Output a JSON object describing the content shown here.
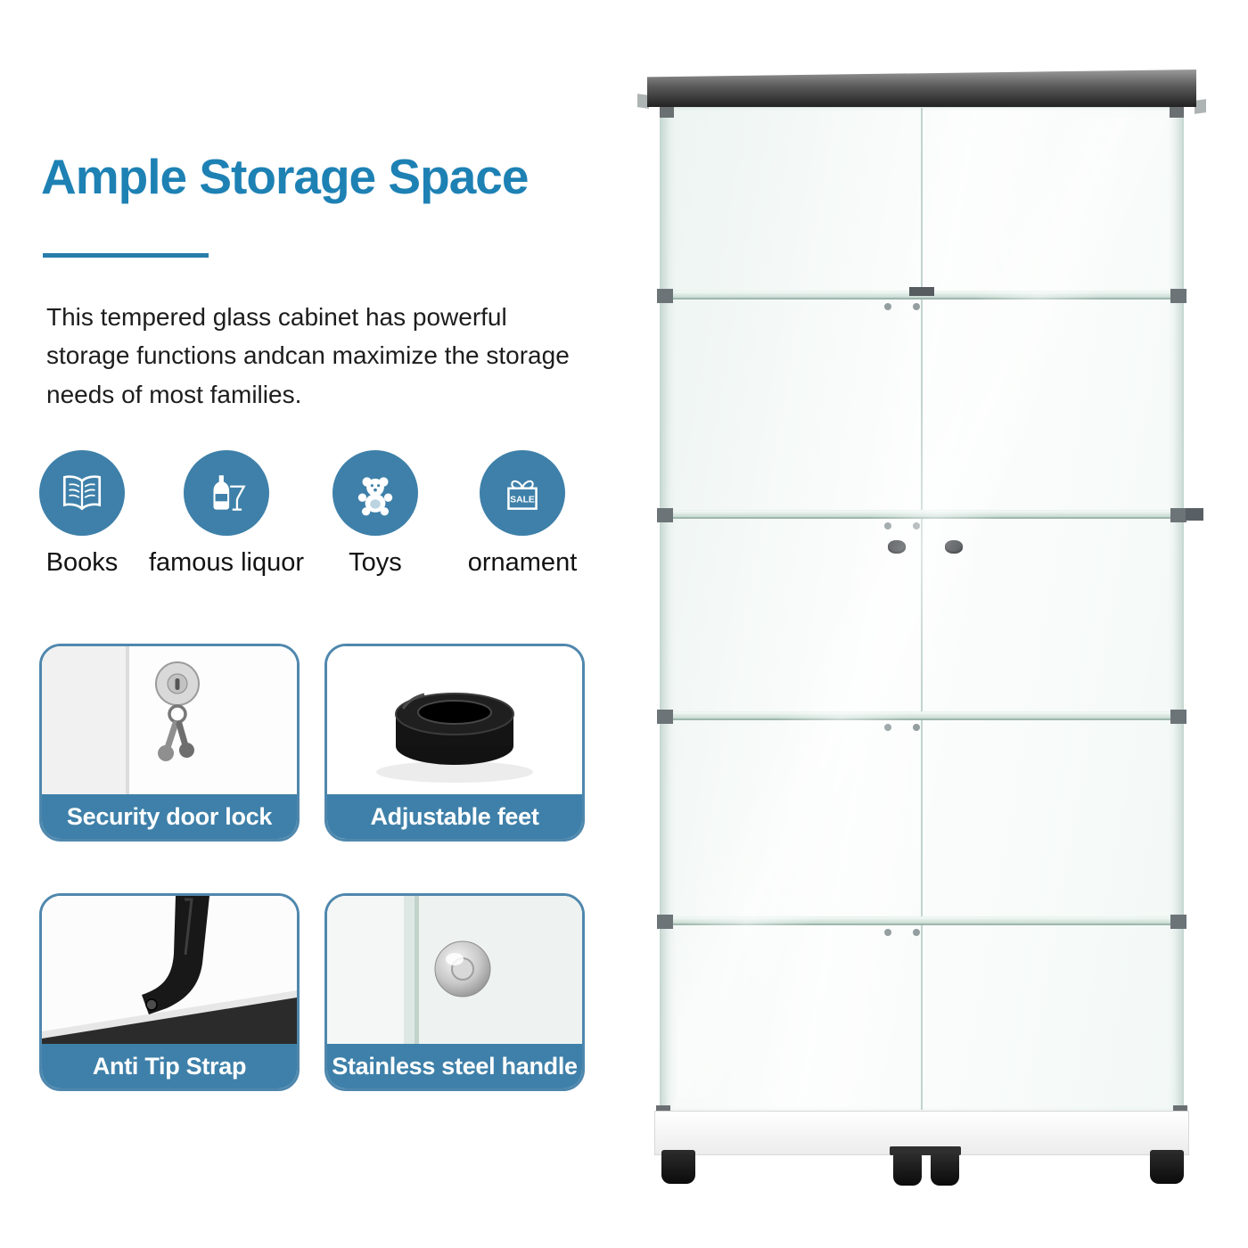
{
  "header": {
    "title": "Ample Storage Space"
  },
  "intro": {
    "text": "This tempered glass cabinet has powerful storage functions andcan maximize the storage needs of most families."
  },
  "features": [
    {
      "icon": "open-book-icon",
      "label": "Books"
    },
    {
      "icon": "wine-bottle-glass-icon",
      "label": "famous liquor"
    },
    {
      "icon": "teddy-bear-icon",
      "label": "Toys"
    },
    {
      "icon": "gift-box-icon",
      "label": "ornament",
      "badge": "SALE"
    }
  ],
  "cards": [
    {
      "photo": "security-door-lock-photo",
      "caption": "Security door lock"
    },
    {
      "photo": "adjustable-feet-photo",
      "caption": "Adjustable feet"
    },
    {
      "photo": "anti-tip-strap-photo",
      "caption": "Anti Tip Strap"
    },
    {
      "photo": "stainless-steel-handle-photo",
      "caption": "Stainless steel handle"
    }
  ],
  "colors": {
    "title": "#1e81b4",
    "icon_circle": "#3e80a9",
    "caption_bar": "#3e80a9",
    "card_border": "#4f87ad",
    "body_text": "#1d1d1d"
  }
}
